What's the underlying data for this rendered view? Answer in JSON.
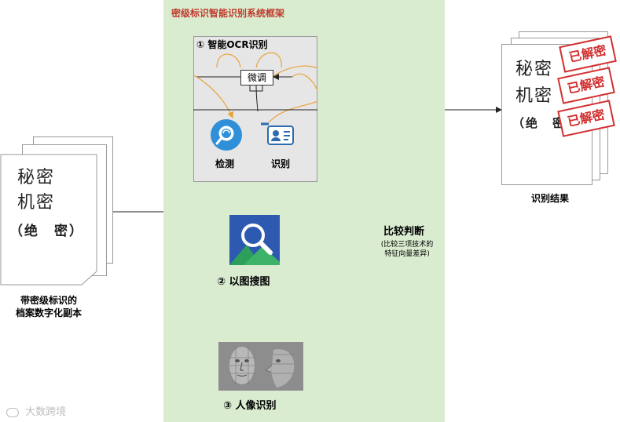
{
  "framework": {
    "title": "密级标识智能识别系统框架"
  },
  "ocr": {
    "title": "① 智能OCR识别",
    "tune_label": "微调",
    "detect_label": "检测",
    "recognize_label": "识别"
  },
  "search": {
    "label": "② 以图搜图"
  },
  "face": {
    "label": "③ 人像识别"
  },
  "compare": {
    "title": "比较判断",
    "note_line1": "(比较三项技术的",
    "note_line2": "特征向量差异)"
  },
  "source_doc": {
    "line1": "秘密",
    "line2": "机密",
    "line3": "（绝　密）",
    "caption_line1": "带密级标识的",
    "caption_line2": "档案数字化副本"
  },
  "result_doc": {
    "line1": "秘密",
    "line2": "机密",
    "line3": "（绝　密",
    "stamp": "已解密",
    "caption": "识别结果"
  },
  "watermark": "大数跨境",
  "colors": {
    "panel_green": "#d9ecd0",
    "title_red": "#c0392b",
    "stamp_red": "#d32f2f",
    "arrow_orange": "#e8a33d",
    "icon_blue": "#2b6cb0"
  }
}
